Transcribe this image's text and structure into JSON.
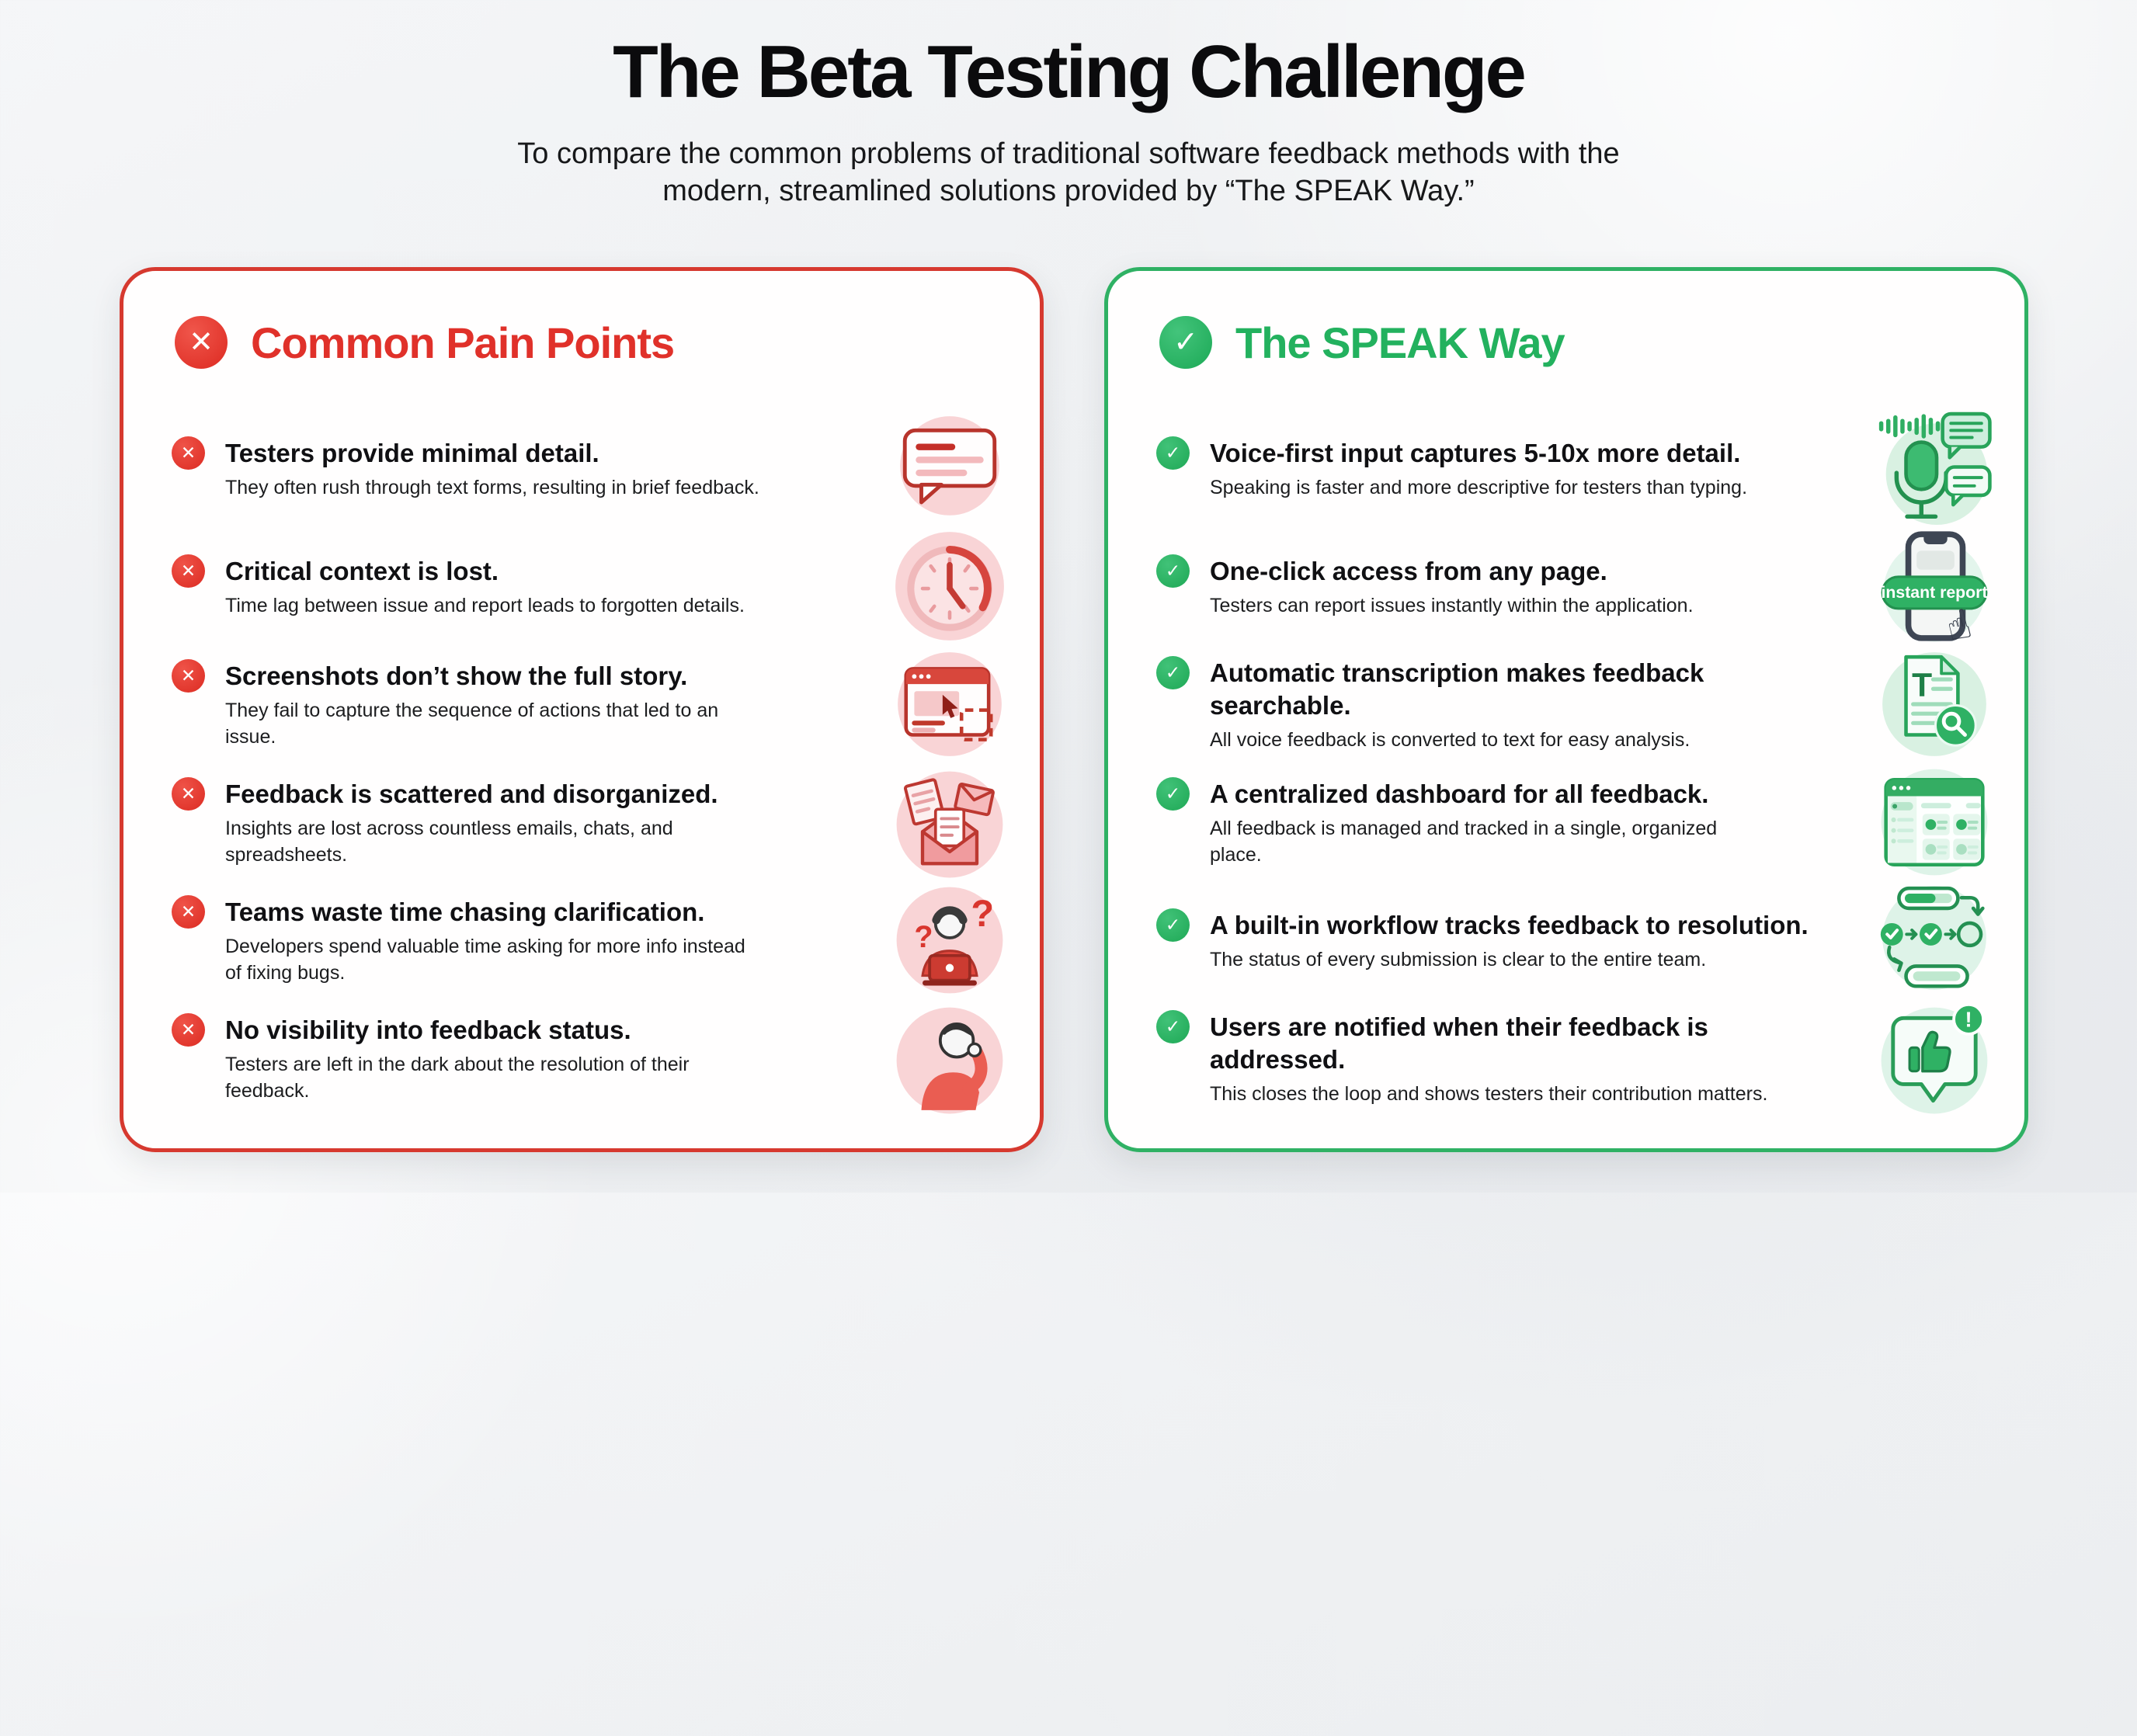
{
  "page": {
    "title": "The Beta Testing Challenge",
    "subtitle": "To compare the common problems of traditional software feedback methods with the modern, streamlined solutions provided by “The SPEAK Way.”"
  },
  "colors": {
    "red_accent": "#e0312a",
    "red_border": "#d6392f",
    "green_accent": "#23b15e",
    "green_border": "#2fb164",
    "page_background": "#eef0f2",
    "panel_background": "#fffefe"
  },
  "icon_glyphs": {
    "question_mark": "?",
    "transcript_letter": "T",
    "alert_mark": "!",
    "cursor_hand": "☝"
  },
  "left_panel": {
    "badge_glyph": "✕",
    "title": "Common Pain Points",
    "items": [
      {
        "title": "Testers provide minimal detail.",
        "desc": "They often rush through text forms, resulting in brief feedback.",
        "icon": "chat-bubble-lines"
      },
      {
        "title": "Critical context is lost.",
        "desc": "Time lag between issue and report leads to forgotten details.",
        "icon": "clock"
      },
      {
        "title": "Screenshots don’t show the full story.",
        "desc": "They fail to capture the sequence of actions that led to an issue.",
        "icon": "screenshot-window"
      },
      {
        "title": "Feedback is scattered and disorganized.",
        "desc": "Insights are lost across countless emails, chats, and spreadsheets.",
        "icon": "scattered-mail"
      },
      {
        "title": "Teams waste time chasing clarification.",
        "desc": "Developers spend valuable time asking for more info instead of fixing bugs.",
        "icon": "developer-questions"
      },
      {
        "title": "No visibility into feedback status.",
        "desc": "Testers are left in the dark about the resolution of their feedback.",
        "icon": "confused-user"
      }
    ]
  },
  "right_panel": {
    "badge_glyph": "✓",
    "title": "The SPEAK Way",
    "items": [
      {
        "title": "Voice-first input captures 5-10x more detail.",
        "desc": "Speaking is faster and more descriptive for testers than typing.",
        "icon": "voice-input"
      },
      {
        "title": "One-click access from any page.",
        "desc": "Testers can report issues instantly within the application.",
        "icon": "instant-report-phone",
        "icon_label": "instant report"
      },
      {
        "title": "Automatic transcription makes feedback searchable.",
        "desc": "All voice feedback is converted to text for easy analysis.",
        "icon": "transcription-search"
      },
      {
        "title": "A centralized dashboard for all feedback.",
        "desc": "All feedback is managed and tracked in a single, organized place.",
        "icon": "dashboard"
      },
      {
        "title": "A built-in workflow tracks feedback to resolution.",
        "desc": "The status of every submission is clear to the entire team.",
        "icon": "workflow"
      },
      {
        "title": "Users are notified when their feedback is addressed.",
        "desc": "This closes the loop and shows testers their contribution matters.",
        "icon": "notified-thumbs-up"
      }
    ]
  }
}
